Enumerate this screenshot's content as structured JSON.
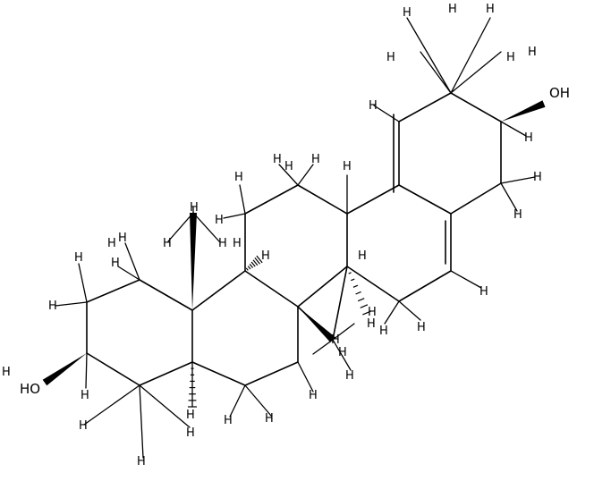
{
  "molecule": {
    "labels": {
      "oh_top": "OH",
      "oh_left": "HO",
      "hydrogen": "H"
    }
  }
}
